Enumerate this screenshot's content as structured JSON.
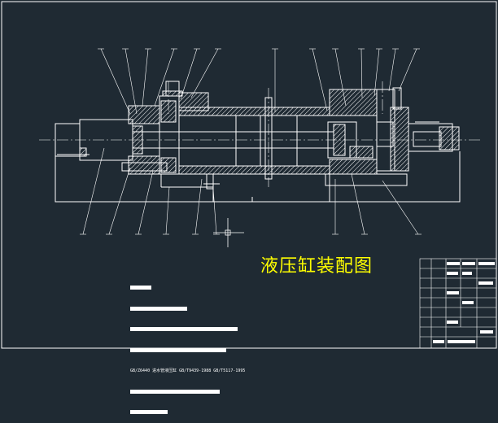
{
  "drawing": {
    "title": "液压缸装配图",
    "colors": {
      "background": "#1f2a33",
      "outline": "#ffffff",
      "hatch": "#ffffff",
      "centerline": "#ffffff",
      "title_text": "#ffff00"
    }
  },
  "tech_notes": [
    "",
    "",
    "",
    "",
    "GB/Z6440 进水管液压缸 GB/T9439-1988 GB/T5117-1995",
    "",
    ""
  ],
  "title_block": {
    "label": "title-block"
  }
}
